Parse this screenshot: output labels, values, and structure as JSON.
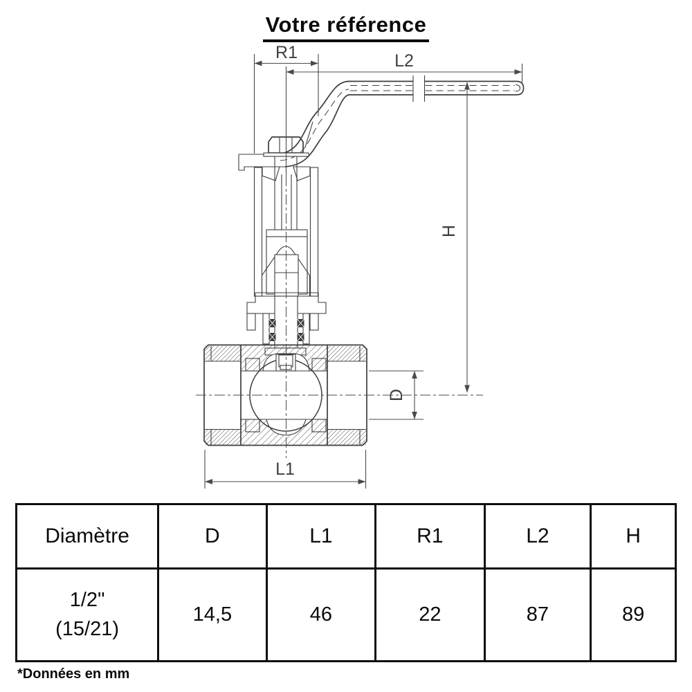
{
  "title": "Votre référence",
  "footnote": "*Données en mm",
  "diagram": {
    "dim_labels": {
      "r1": "R1",
      "l2": "L2",
      "h": "H",
      "d": "D",
      "l1": "L1"
    }
  },
  "table": {
    "headers": [
      "Diamètre",
      "D",
      "L1",
      "R1",
      "L2",
      "H"
    ],
    "row": {
      "diameter_line1": "1/2\"",
      "diameter_line2": "(15/21)",
      "values": [
        "14,5",
        "46",
        "22",
        "87",
        "89"
      ]
    }
  },
  "colors": {
    "drawing_line": "#3c3c3c",
    "dimension_line": "#4a4a4a",
    "text": "#0a0a0a",
    "table_border": "#0d0d0d",
    "background": "#ffffff"
  }
}
